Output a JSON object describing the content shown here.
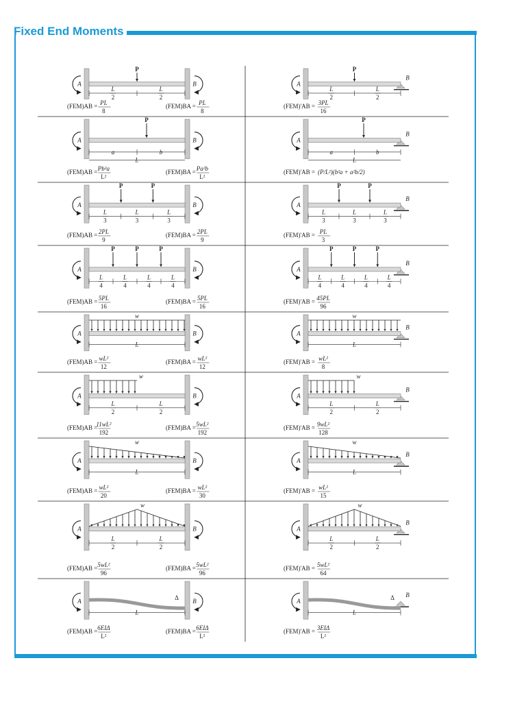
{
  "title": "Fixed End Moments",
  "colors": {
    "accent": "#1a9ad6",
    "beam": "#d9d9d9",
    "wall": "#c8c8c8",
    "line": "#222222"
  },
  "rows": [
    {
      "left": {
        "load": "P",
        "span": [
          "L/2",
          "L/2"
        ],
        "formulas": [
          {
            "lhs": "(FEM)AB =",
            "num": "PL",
            "den": "8"
          },
          {
            "lhs": "(FEM)BA =",
            "num": "PL",
            "den": "8"
          }
        ]
      },
      "right": {
        "load": "P",
        "span": [
          "L/2",
          "L/2"
        ],
        "formulas": [
          {
            "lhs": "(FEM)'AB =",
            "num": "3PL",
            "den": "16"
          }
        ]
      }
    },
    {
      "left": {
        "load": "P",
        "span": [
          "a",
          "b",
          "L"
        ],
        "formulas": [
          {
            "lhs": "(FEM)AB =",
            "num": "Pb²a",
            "den": "L²"
          },
          {
            "lhs": "(FEM)BA =",
            "num": "Pa²b",
            "den": "L²"
          }
        ]
      },
      "right": {
        "load": "P",
        "span": [
          "a",
          "b",
          "L"
        ],
        "formulas": [
          {
            "lhs": "(FEM)'AB =",
            "num": "(P/L²)(b²a + a²b/2)",
            "den": ""
          }
        ]
      }
    },
    {
      "left": {
        "load": "P",
        "span": [
          "L/3",
          "L/3",
          "L/3"
        ],
        "formulas": [
          {
            "lhs": "(FEM)AB =",
            "num": "2PL",
            "den": "9"
          },
          {
            "lhs": "(FEM)BA =",
            "num": "2PL",
            "den": "9"
          }
        ]
      },
      "right": {
        "load": "P",
        "span": [
          "L/3",
          "L/3",
          "L/3"
        ],
        "formulas": [
          {
            "lhs": "(FEM)'AB =",
            "num": "PL",
            "den": "3"
          }
        ]
      }
    },
    {
      "left": {
        "load": "P",
        "span": [
          "L/4",
          "L/4",
          "L/4",
          "L/4"
        ],
        "formulas": [
          {
            "lhs": "(FEM)AB =",
            "num": "5PL",
            "den": "16"
          },
          {
            "lhs": "(FEM)BA =",
            "num": "5PL",
            "den": "16"
          }
        ]
      },
      "right": {
        "load": "P",
        "span": [
          "L/4",
          "L/4",
          "L/4",
          "L/4"
        ],
        "formulas": [
          {
            "lhs": "(FEM)'AB =",
            "num": "45PL",
            "den": "96"
          }
        ]
      }
    },
    {
      "left": {
        "load": "w",
        "span": [
          "L"
        ],
        "formulas": [
          {
            "lhs": "(FEM)AB =",
            "num": "wL²",
            "den": "12"
          },
          {
            "lhs": "(FEM)BA =",
            "num": "wL²",
            "den": "12"
          }
        ]
      },
      "right": {
        "load": "w",
        "span": [
          "L"
        ],
        "formulas": [
          {
            "lhs": "(FEM)'AB =",
            "num": "wL²",
            "den": "8"
          }
        ]
      }
    },
    {
      "left": {
        "load": "w",
        "span": [
          "L/2",
          "L/2"
        ],
        "formulas": [
          {
            "lhs": "(FEM)AB =",
            "num": "11wL²",
            "den": "192"
          },
          {
            "lhs": "(FEM)BA =",
            "num": "5wL²",
            "den": "192"
          }
        ]
      },
      "right": {
        "load": "w",
        "span": [
          "L/2",
          "L/2"
        ],
        "formulas": [
          {
            "lhs": "(FEM)'AB =",
            "num": "9wL²",
            "den": "128"
          }
        ]
      }
    },
    {
      "left": {
        "load": "w",
        "span": [
          "L"
        ],
        "formulas": [
          {
            "lhs": "(FEM)AB =",
            "num": "wL²",
            "den": "20"
          },
          {
            "lhs": "(FEM)BA =",
            "num": "wL²",
            "den": "30"
          }
        ]
      },
      "right": {
        "load": "w",
        "span": [
          "L"
        ],
        "formulas": [
          {
            "lhs": "(FEM)'AB =",
            "num": "wL²",
            "den": "15"
          }
        ]
      }
    },
    {
      "left": {
        "load": "w",
        "span": [
          "L/2",
          "L/2"
        ],
        "formulas": [
          {
            "lhs": "(FEM)AB =",
            "num": "5wL²",
            "den": "96"
          },
          {
            "lhs": "(FEM)BA =",
            "num": "5wL²",
            "den": "96"
          }
        ]
      },
      "right": {
        "load": "w",
        "span": [
          "L/2",
          "L/2"
        ],
        "formulas": [
          {
            "lhs": "(FEM)'AB =",
            "num": "5wL²",
            "den": "64"
          }
        ]
      }
    },
    {
      "left": {
        "load": "Δ",
        "span": [
          "L"
        ],
        "formulas": [
          {
            "lhs": "(FEM)AB =",
            "num": "6EIΔ",
            "den": "L²"
          },
          {
            "lhs": "(FEM)BA =",
            "num": "6EIΔ",
            "den": "L²"
          }
        ]
      },
      "right": {
        "load": "Δ",
        "span": [
          "L"
        ],
        "formulas": [
          {
            "lhs": "(FEM)'AB =",
            "num": "3EIΔ",
            "den": "L²"
          }
        ]
      }
    }
  ],
  "end_labels": {
    "a": "A",
    "b": "B"
  }
}
